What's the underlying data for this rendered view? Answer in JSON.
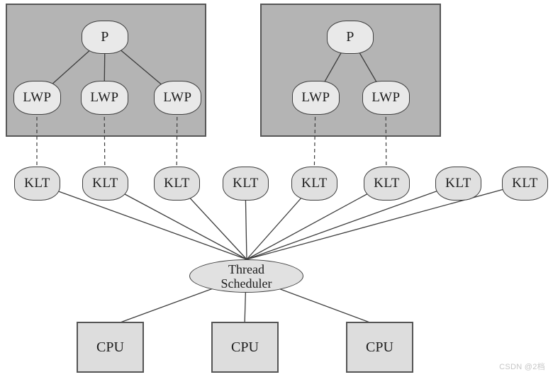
{
  "diagram": {
    "processes": [
      {
        "label": "P",
        "lwps": [
          "LWP",
          "LWP",
          "LWP"
        ]
      },
      {
        "label": "P",
        "lwps": [
          "LWP",
          "LWP"
        ]
      }
    ],
    "kernel_threads": [
      "KLT",
      "KLT",
      "KLT",
      "KLT",
      "KLT",
      "KLT",
      "KLT",
      "KLT"
    ],
    "scheduler": {
      "line1": "Thread",
      "line2": "Scheduler"
    },
    "cpus": [
      "CPU",
      "CPU",
      "CPU"
    ]
  },
  "watermark": {
    "text": "CSDN @2档"
  },
  "colors": {
    "page_background": "#ffffff",
    "process_box_fill": "#b4b4b4",
    "process_box_border": "#565656",
    "node_fill": "#e9e9e9",
    "klt_fill": "#e0e0e0",
    "scheduler_fill": "#e1e1e1",
    "cpu_fill": "#dddddd",
    "node_border": "#3f3f3f",
    "line_color": "#3c3c3c",
    "text_color": "#1c1c1c",
    "watermark_color": "#c6c6c6"
  }
}
